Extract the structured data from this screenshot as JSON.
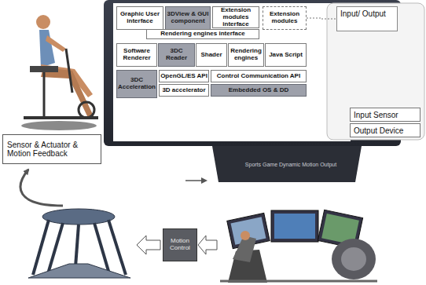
{
  "diagram": {
    "nodes": [
      {
        "text": [
          "Graphic User interface"
        ]
      },
      {
        "text": [
          "3DView & GUI component"
        ]
      },
      {
        "text": [
          "Extension modules interface"
        ]
      },
      {
        "text": [
          "Extension modules"
        ]
      },
      {
        "text": [
          "Input/ Output"
        ]
      },
      {
        "text": [
          "Rendering engines interface"
        ]
      },
      {
        "text": [
          "Software Renderer"
        ]
      },
      {
        "text": [
          "3DC Reader"
        ]
      },
      {
        "text": [
          "Shader"
        ]
      },
      {
        "text": [
          "Rendering engines"
        ]
      },
      {
        "text": [
          "Java Script"
        ]
      },
      {
        "text": [
          "3DC Acceleration"
        ]
      },
      {
        "text": [
          "OpenGL/ES API"
        ]
      },
      {
        "text": [
          "3D accelerator"
        ]
      },
      {
        "text": [
          "Control Communication API"
        ]
      },
      {
        "text": [
          "Embedded OS & DD"
        ]
      },
      {
        "text": [
          "Input Sensor"
        ]
      },
      {
        "text": [
          "Output Device"
        ]
      },
      {
        "text": [
          "Sensor & Actuator & Motion Feedback"
        ]
      },
      {
        "text": [
          "Sports Game Dynamic Motion Output"
        ]
      },
      {
        "text": [
          "Motion Control"
        ]
      }
    ],
    "edges": [
      {
        "from": 3,
        "to": 4,
        "arrow": "none"
      }
    ]
  }
}
